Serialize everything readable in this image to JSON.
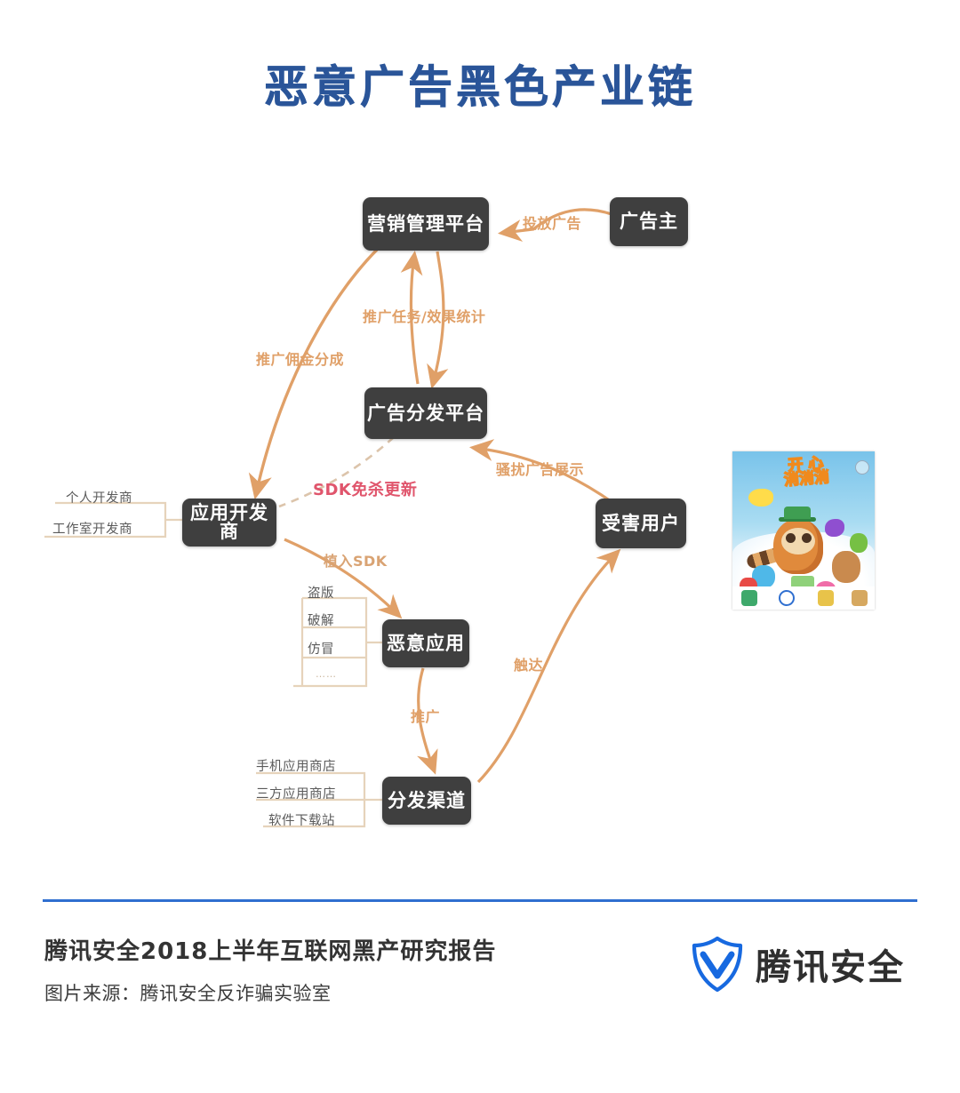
{
  "title": "恶意广告黑色产业链",
  "nodes": [
    {
      "id": "marketing",
      "label": "营销管理平台"
    },
    {
      "id": "advertiser",
      "label": "广告主"
    },
    {
      "id": "addist",
      "label": "广告分发平台"
    },
    {
      "id": "developer",
      "label": "应用开发商"
    },
    {
      "id": "victim",
      "label": "受害用户"
    },
    {
      "id": "malapp",
      "label": "恶意应用"
    },
    {
      "id": "channel",
      "label": "分发渠道"
    }
  ],
  "edges": [
    {
      "id": "e-place-ad",
      "label": "投放广告",
      "from": "advertiser",
      "to": "marketing",
      "style": "solid"
    },
    {
      "id": "e-task-stats",
      "label": "推广任务/效果统计",
      "from": "marketing",
      "to": "addist",
      "style": "solid"
    },
    {
      "id": "e-commission",
      "label": "推广佣金分成",
      "from": "marketing",
      "to": "developer",
      "style": "solid"
    },
    {
      "id": "e-sdk-update",
      "label": "SDK免杀更新",
      "from": "addist",
      "to": "developer",
      "style": "dashed"
    },
    {
      "id": "e-embed-sdk",
      "label": "植入SDK",
      "from": "developer",
      "to": "malapp",
      "style": "solid"
    },
    {
      "id": "e-promote",
      "label": "推广",
      "from": "malapp",
      "to": "channel",
      "style": "solid"
    },
    {
      "id": "e-reach",
      "label": "触达",
      "from": "channel",
      "to": "victim",
      "style": "solid"
    },
    {
      "id": "e-ad-display",
      "label": "骚扰广告展示",
      "from": "victim",
      "to": "addist",
      "style": "solid"
    }
  ],
  "branches": {
    "developer_types": [
      "个人开发商",
      "工作室开发商"
    ],
    "malapp_types": [
      "盗版",
      "破解",
      "仿冒",
      "……"
    ],
    "channel_types": [
      "手机应用商店",
      "三方应用商店",
      "软件下载站"
    ]
  },
  "thumbnail": {
    "name": "game-app-screenshot",
    "game_title_line1": "开 心",
    "game_title_line2": "消消消"
  },
  "footer": {
    "report_title": "腾讯安全2018上半年互联网黑产研究报告",
    "source": "图片来源：腾讯安全反诈骗实验室",
    "logo_text": "腾讯安全"
  },
  "colors": {
    "title_blue": "#2a5599",
    "node_bg": "#3f3f3f",
    "arrow_orange": "#e0a068",
    "highlight_red": "#e0556c",
    "rule_blue": "#2f6fd0",
    "branch_line": "#e6d3bb"
  }
}
